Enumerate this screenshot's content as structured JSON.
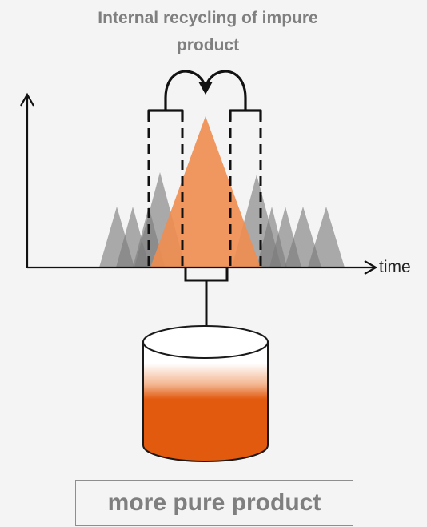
{
  "title": {
    "line1": "Internal recycling of impure",
    "line2": "product"
  },
  "axis": {
    "x_label": "time"
  },
  "result_label": "more pure product",
  "colors": {
    "main_peak": "#ef8c4f",
    "impurity_peaks": "#7a7a7a",
    "container_fill": "#e25a0e",
    "label_gray": "#7f7f7f"
  }
}
